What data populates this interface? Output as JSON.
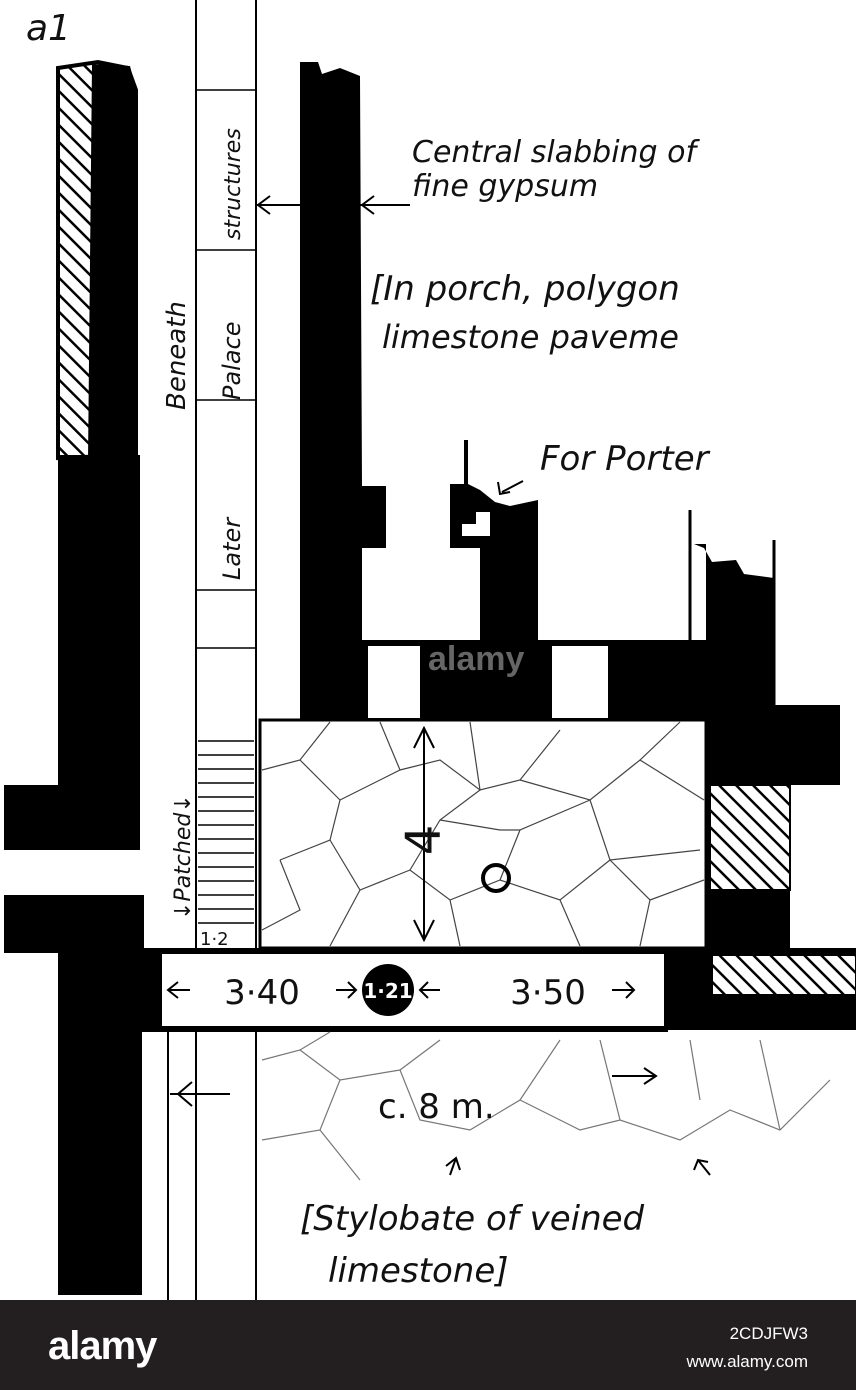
{
  "plan": {
    "corner_label": "a1",
    "vertical_note": "Beneath Later Palace structures",
    "vertical_words": [
      "Beneath",
      "Later",
      "Palace",
      "structures"
    ],
    "patched_label": "↓Patched↓",
    "central_slabbing_line1": "Central slabbing of",
    "central_slabbing_line2": "fine gypsum",
    "porch_line1": "[In porch, polygon",
    "porch_line2": "limestone paveme",
    "porter_label": "For Porter",
    "depth_label": "4",
    "centre_mark": "o",
    "small_dim": "1·2",
    "dim_left": "3·40",
    "dim_centre": "1·21",
    "dim_right": "3·50",
    "width_label": "c. 8 m.",
    "stylobate_line1": "[Stylobate of veined",
    "stylobate_line2": "limestone]",
    "colors": {
      "wall": "#000000",
      "paper": "#ffffff",
      "footer": "#231f20"
    }
  },
  "footer": {
    "logo": "alamy",
    "image_id": "2CDJFW3",
    "site": "www.alamy.com"
  },
  "watermark": {
    "text": "alamy"
  }
}
